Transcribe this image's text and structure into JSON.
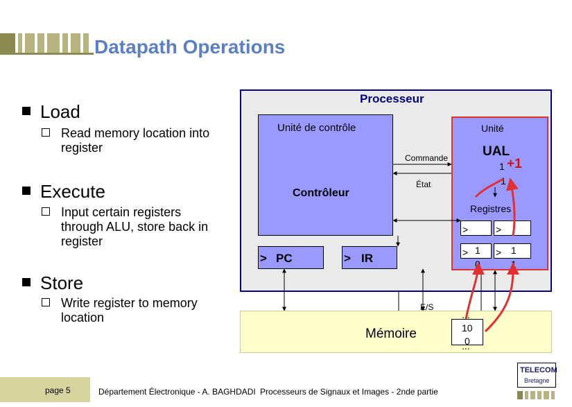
{
  "slide": {
    "title": "Datapath Operations",
    "bullets": [
      {
        "heading": "Load",
        "sub": "Read memory location into register"
      },
      {
        "heading": "Execute",
        "sub": "Input certain registers through ALU, store back in register"
      },
      {
        "heading": "Store",
        "sub": "Write register to memory location"
      }
    ]
  },
  "diagram": {
    "processor_label": "Processeur",
    "control_unit_label": "Unité de contrôle",
    "controller_label": "Contrôleur",
    "pc_label": "PC",
    "ir_label": "IR",
    "command_label": "Commande",
    "state_label": "État",
    "unit_label": "Unité",
    "alu_label": "UAL",
    "alu_op": "+1",
    "alu_in_a": "1",
    "alu_in_b": "1",
    "registers_label": "Registres",
    "reg_marker": ">",
    "reg_vals": [
      {
        "top": "1",
        "bottom": "0"
      },
      {
        "top": "1",
        "bottom": "1"
      }
    ],
    "memory_label": "Mémoire",
    "io_label": "E/S",
    "mem_dots_top": "...",
    "mem_cell_1": "10",
    "mem_cell_2": "0",
    "mem_dots_bottom": "..."
  },
  "footer": {
    "page": "page 5",
    "department": "Département Électronique - A. BAGHDADI",
    "course": "Processeurs de Signaux et Images - 2nde partie",
    "brand_line1": "TELECOM",
    "brand_line2": "Bretagne"
  },
  "colors": {
    "title": "#5b7fc4",
    "processor_border": "#000080",
    "blocks": "#9999ff",
    "unit_border": "#e03030",
    "memory": "#ffffcc",
    "arrows_red": "#e03030"
  }
}
